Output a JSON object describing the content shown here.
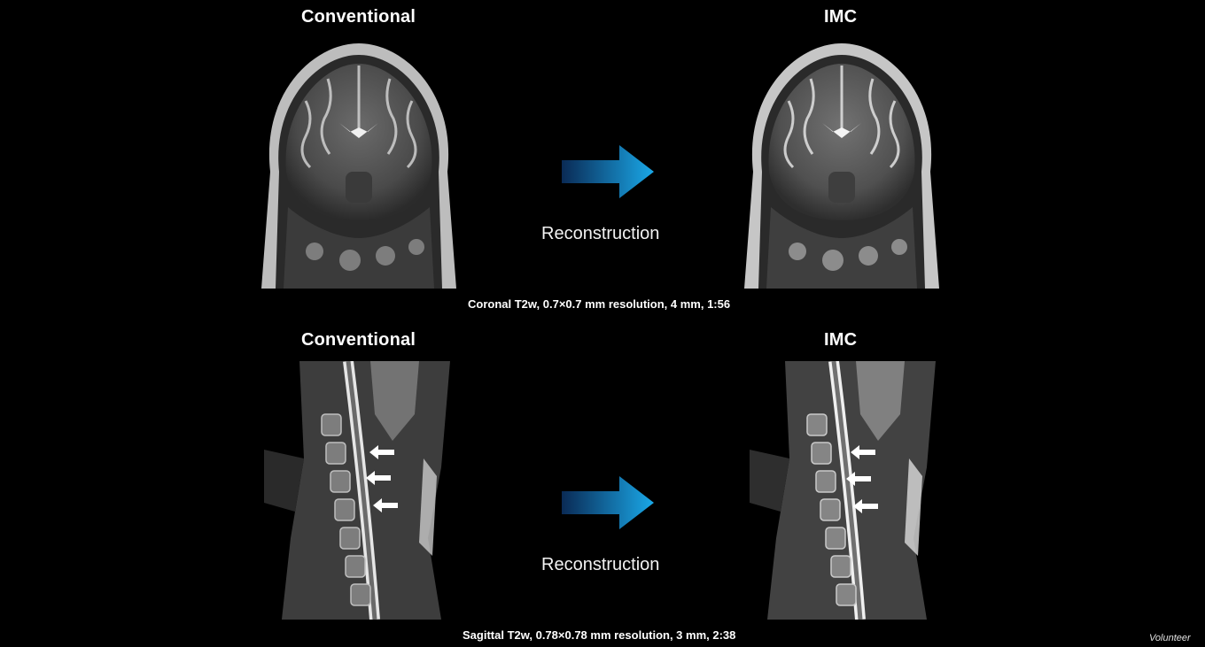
{
  "top_row": {
    "left_title": "Conventional",
    "right_title": "IMC",
    "arrow_label": "Reconstruction",
    "caption": "Coronal T2w, 0.7×0.7 mm resolution, 4 mm, 1:56"
  },
  "bottom_row": {
    "left_title": "Conventional",
    "right_title": "IMC",
    "arrow_label": "Reconstruction",
    "caption": "Sagittal T2w, 0.78×0.78 mm resolution, 3 mm, 2:38"
  },
  "footer": {
    "note": "Volunteer"
  },
  "colors": {
    "background": "#000000",
    "arrow_start": "#0a2a55",
    "arrow_end": "#1aa8e8",
    "text": "#ffffff"
  },
  "icons": {
    "arrow": "right-arrow-icon",
    "marker": "left-arrow-icon"
  }
}
